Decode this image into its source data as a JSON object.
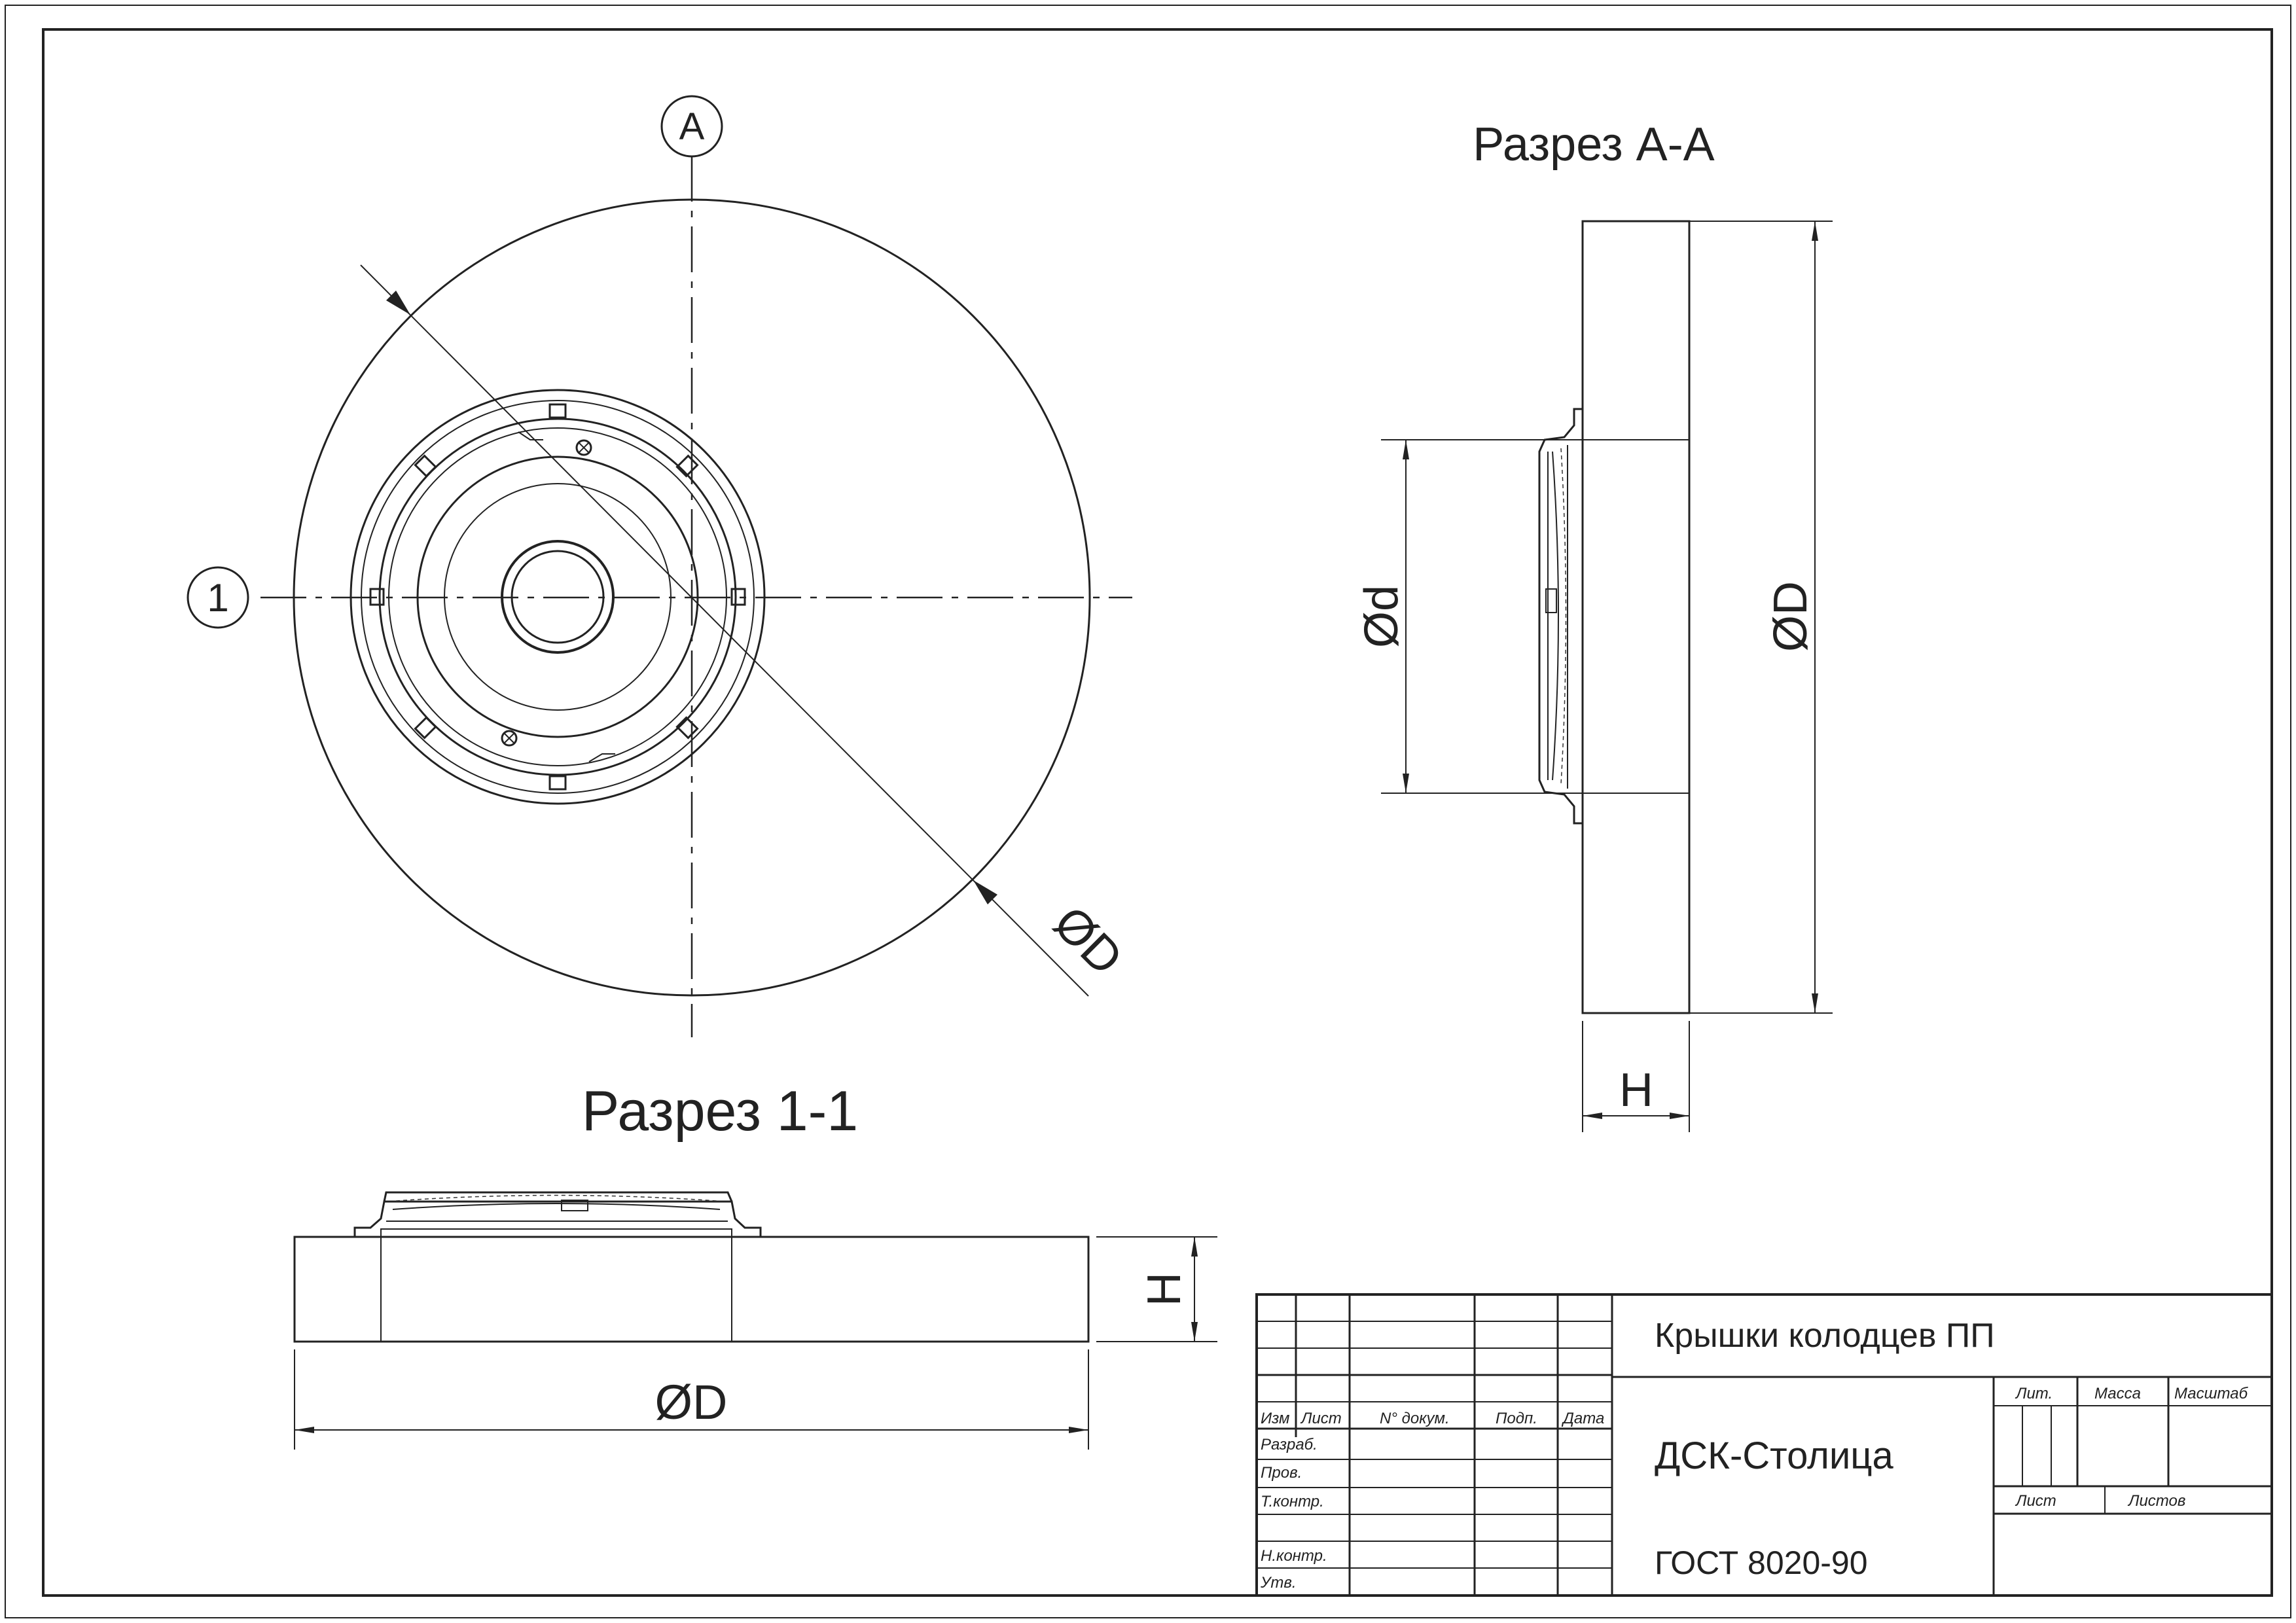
{
  "section_marks": {
    "a": "A",
    "one": "1"
  },
  "plan_view": {
    "dim_D": "ØD"
  },
  "section_aa": {
    "title": "Разрез А-А",
    "dim_d": "Ød",
    "dim_D": "ØD",
    "dim_H": "H"
  },
  "section_11": {
    "title": "Разрез 1-1",
    "dim_D": "ØD",
    "dim_H": "H"
  },
  "title_block": {
    "product": "Крышки колодцев ПП",
    "company": "ДСК-Столица",
    "standard": "ГОСТ 8020-90",
    "col_headers": [
      "Изм",
      "Лист",
      "N° докум.",
      "Подп.",
      "Дата"
    ],
    "row_labels": [
      "Разраб.",
      "Пров.",
      "Т.контр.",
      "",
      "Н.контр.",
      "Утв."
    ],
    "lit_label": "Лит.",
    "mass_label": "Масса",
    "scale_label": "Масштаб",
    "sheet_label": "Лист",
    "sheets_label": "Листов"
  }
}
